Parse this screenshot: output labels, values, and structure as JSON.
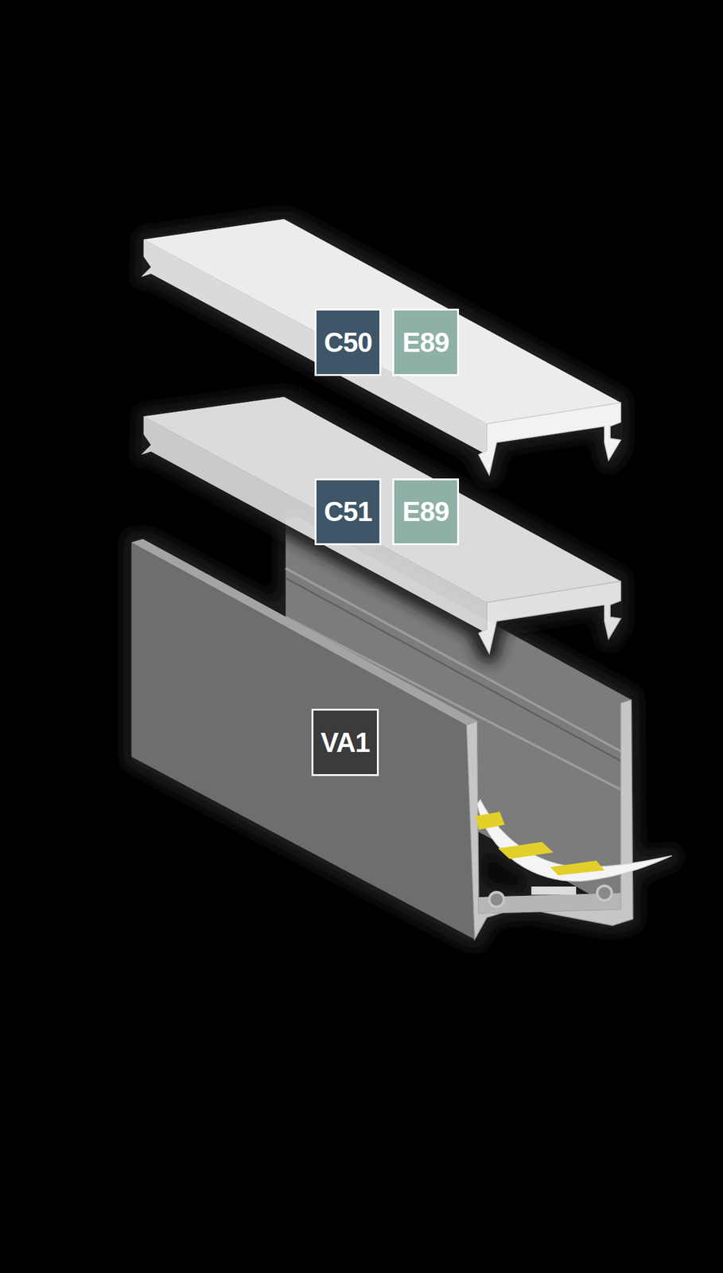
{
  "diagram": {
    "nodes": [
      {
        "text": [
          "C50"
        ]
      },
      {
        "text": [
          "E89"
        ]
      },
      {
        "text": [
          "C51"
        ]
      },
      {
        "text": [
          "E89"
        ]
      },
      {
        "text": [
          "VA1"
        ]
      }
    ]
  }
}
